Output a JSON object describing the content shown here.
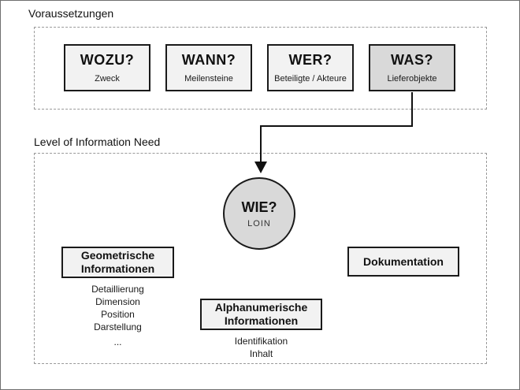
{
  "colors": {
    "box_fill_light": "#f2f2f2",
    "box_fill_dark": "#d9d9d9",
    "solid_border": "#1a1a1a",
    "dashed_border": "#999999",
    "arrow": "#111111"
  },
  "voraussetzungen": {
    "title": "Voraussetzungen",
    "boxes": [
      {
        "question": "WOZU?",
        "label": "Zweck"
      },
      {
        "question": "WANN?",
        "label": "Meilensteine"
      },
      {
        "question": "WER?",
        "label": "Beteiligte / Akteure"
      },
      {
        "question": "WAS?",
        "label": "Lieferobjekte"
      }
    ]
  },
  "loin": {
    "title": "Level of Information Need",
    "circle": {
      "question": "WIE?",
      "label": "LOIN"
    },
    "geometric": {
      "heading_line1": "Geometrische",
      "heading_line2": "Informationen",
      "items": [
        "Detaillierung",
        "Dimension",
        "Position",
        "Darstellung",
        "..."
      ]
    },
    "alphanumeric": {
      "heading_line1": "Alphanumerische",
      "heading_line2": "Informationen",
      "items": [
        "Identifikation",
        "Inhalt"
      ]
    },
    "documentation": {
      "heading": "Dokumentation"
    }
  }
}
